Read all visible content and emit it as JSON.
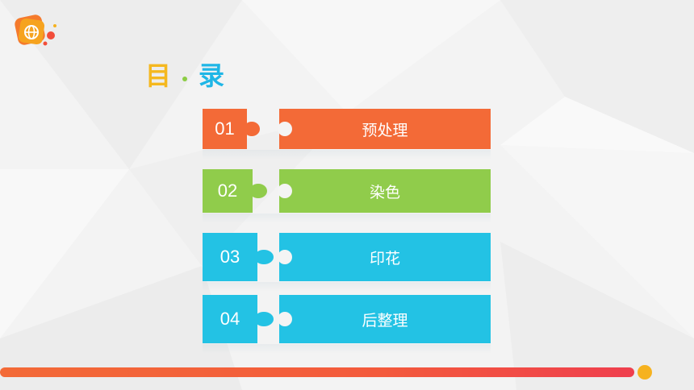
{
  "title": {
    "first": "目",
    "second": "录"
  },
  "items": [
    {
      "number": "01",
      "label": "预处理",
      "color": "#f36a37"
    },
    {
      "number": "02",
      "label": "染色",
      "color": "#90cc4b"
    },
    {
      "number": "03",
      "label": "印花",
      "color": "#23c2e4"
    },
    {
      "number": "04",
      "label": "后整理",
      "color": "#23c2e4"
    }
  ],
  "icons": {
    "logo": "globe-card-icon"
  },
  "colors": {
    "accent_orange": "#f36a37",
    "accent_yellow": "#f6b21f",
    "accent_green": "#90cc4b",
    "accent_blue": "#23c2e4"
  }
}
